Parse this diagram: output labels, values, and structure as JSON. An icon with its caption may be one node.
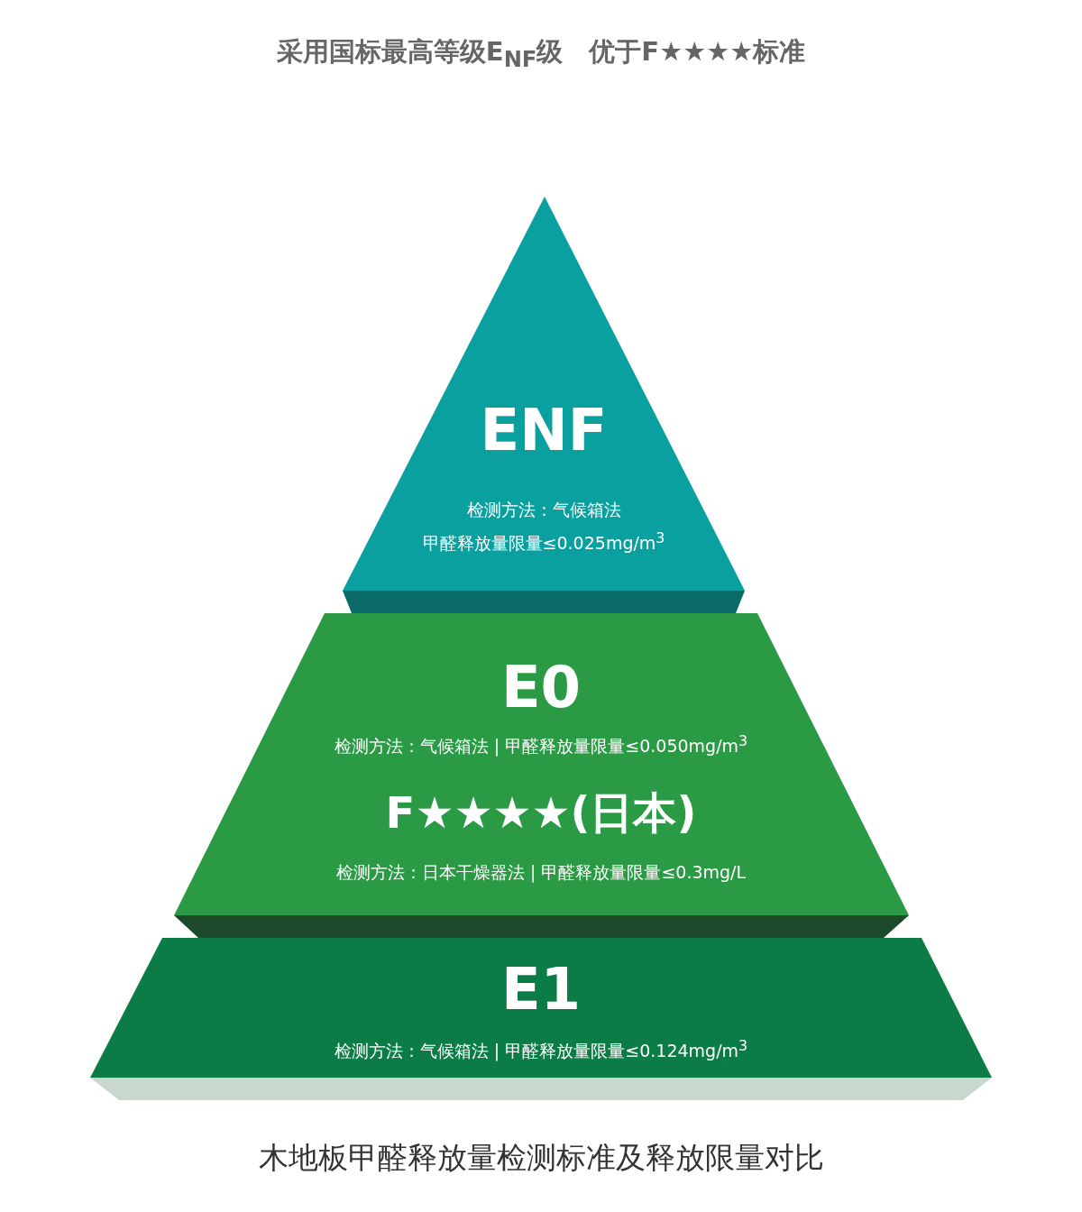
{
  "diagram": {
    "title": "采用国标最高等级E$_{NF}$级　优于F★★★★标准",
    "caption": "木地板甲醛释放量检测标准及释放限量对比",
    "nodes": [
      {
        "text": [
          "ENF",
          "检测方法：气候箱法",
          "甲醛释放量限量≤0.025mg/m$^{3}$"
        ]
      },
      {
        "text": [
          "E0",
          "检测方法：气候箱法 | 甲醛释放量限量≤0.050mg/m$^{3}$",
          "F★★★★(日本)",
          "检测方法：日本干燥器法 | 甲醛释放量限量≤0.3mg/L"
        ]
      },
      {
        "text": [
          "E1",
          "检测方法：气候箱法 | 甲醛释放量限量≤0.124mg/m$^{3}$"
        ]
      }
    ]
  }
}
